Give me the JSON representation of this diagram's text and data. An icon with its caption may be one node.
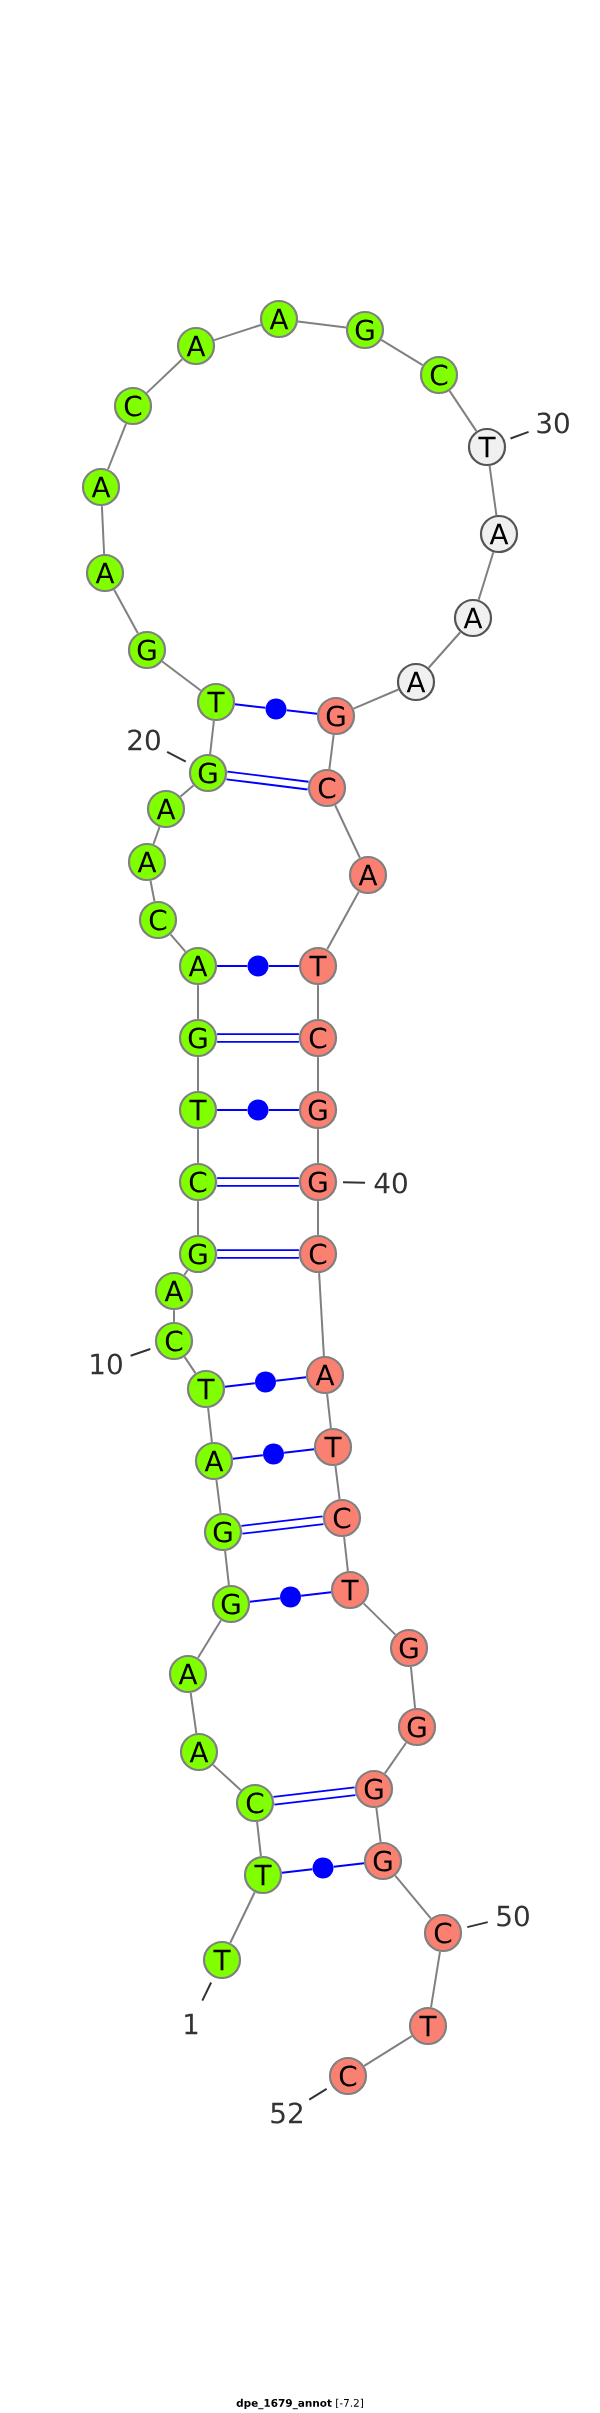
{
  "diagram": {
    "caption": "**dpe_1679_annot** [-7.2]",
    "nodes": [
      {
        "text": [
          "T"
        ]
      },
      {
        "text": [
          "T"
        ]
      },
      {
        "text": [
          "C"
        ]
      },
      {
        "text": [
          "A"
        ]
      },
      {
        "text": [
          "A"
        ]
      },
      {
        "text": [
          "G"
        ]
      },
      {
        "text": [
          "G"
        ]
      },
      {
        "text": [
          "A"
        ]
      },
      {
        "text": [
          "T"
        ]
      },
      {
        "text": [
          "C"
        ]
      },
      {
        "text": [
          "A"
        ]
      },
      {
        "text": [
          "G"
        ]
      },
      {
        "text": [
          "C"
        ]
      },
      {
        "text": [
          "T"
        ]
      },
      {
        "text": [
          "G"
        ]
      },
      {
        "text": [
          "A"
        ]
      },
      {
        "text": [
          "C"
        ]
      },
      {
        "text": [
          "A"
        ]
      },
      {
        "text": [
          "A"
        ]
      },
      {
        "text": [
          "G"
        ]
      },
      {
        "text": [
          "T"
        ]
      },
      {
        "text": [
          "G"
        ]
      },
      {
        "text": [
          "A"
        ]
      },
      {
        "text": [
          "A"
        ]
      },
      {
        "text": [
          "C"
        ]
      },
      {
        "text": [
          "A"
        ]
      },
      {
        "text": [
          "A"
        ]
      },
      {
        "text": [
          "G"
        ]
      },
      {
        "text": [
          "C"
        ]
      },
      {
        "text": [
          "T"
        ]
      },
      {
        "text": [
          "A"
        ]
      },
      {
        "text": [
          "A"
        ]
      },
      {
        "text": [
          "A"
        ]
      },
      {
        "text": [
          "G"
        ]
      },
      {
        "text": [
          "C"
        ]
      },
      {
        "text": [
          "A"
        ]
      },
      {
        "text": [
          "T"
        ]
      },
      {
        "text": [
          "C"
        ]
      },
      {
        "text": [
          "G"
        ]
      },
      {
        "text": [
          "G"
        ]
      },
      {
        "text": [
          "C"
        ]
      },
      {
        "text": [
          "A"
        ]
      },
      {
        "text": [
          "T"
        ]
      },
      {
        "text": [
          "C"
        ]
      },
      {
        "text": [
          "T"
        ]
      },
      {
        "text": [
          "G"
        ]
      },
      {
        "text": [
          "G"
        ]
      },
      {
        "text": [
          "G"
        ]
      },
      {
        "text": [
          "G"
        ]
      },
      {
        "text": [
          "C"
        ]
      },
      {
        "text": [
          "T"
        ]
      },
      {
        "text": [
          "C"
        ]
      },
      {
        "text": [
          "1"
        ]
      },
      {
        "text": [
          "10"
        ]
      },
      {
        "text": [
          "20"
        ]
      },
      {
        "text": [
          "30"
        ]
      },
      {
        "text": [
          "40"
        ]
      },
      {
        "text": [
          "50"
        ]
      },
      {
        "text": [
          "52"
        ]
      },
      {
        "text": [],
        "shape": "circle"
      },
      {
        "text": [],
        "shape": "circle"
      },
      {
        "text": [],
        "shape": "circle"
      },
      {
        "text": [],
        "shape": "circle"
      },
      {
        "text": [],
        "shape": "circle"
      },
      {
        "text": [],
        "shape": "circle"
      },
      {
        "text": [],
        "shape": "circle"
      }
    ],
    "edges": [
      {
        "from": 0,
        "to": 1,
        "arrow": "none"
      },
      {
        "from": 1,
        "to": 2,
        "arrow": "none"
      },
      {
        "from": 2,
        "to": 3,
        "arrow": "none"
      },
      {
        "from": 3,
        "to": 4,
        "arrow": "none"
      },
      {
        "from": 4,
        "to": 5,
        "arrow": "none"
      },
      {
        "from": 5,
        "to": 6,
        "arrow": "none"
      },
      {
        "from": 6,
        "to": 7,
        "arrow": "none"
      },
      {
        "from": 7,
        "to": 8,
        "arrow": "none"
      },
      {
        "from": 8,
        "to": 9,
        "arrow": "none"
      },
      {
        "from": 9,
        "to": 10,
        "arrow": "none"
      },
      {
        "from": 10,
        "to": 11,
        "arrow": "none"
      },
      {
        "from": 11,
        "to": 12,
        "arrow": "none"
      },
      {
        "from": 12,
        "to": 13,
        "arrow": "none"
      },
      {
        "from": 13,
        "to": 14,
        "arrow": "none"
      },
      {
        "from": 14,
        "to": 15,
        "arrow": "none"
      },
      {
        "from": 15,
        "to": 16,
        "arrow": "none"
      },
      {
        "from": 16,
        "to": 17,
        "arrow": "none"
      },
      {
        "from": 17,
        "to": 18,
        "arrow": "none"
      },
      {
        "from": 18,
        "to": 19,
        "arrow": "none"
      },
      {
        "from": 19,
        "to": 20,
        "arrow": "none"
      },
      {
        "from": 20,
        "to": 21,
        "arrow": "none"
      },
      {
        "from": 21,
        "to": 22,
        "arrow": "none"
      },
      {
        "from": 22,
        "to": 23,
        "arrow": "none"
      },
      {
        "from": 23,
        "to": 24,
        "arrow": "none"
      },
      {
        "from": 24,
        "to": 25,
        "arrow": "none"
      },
      {
        "from": 25,
        "to": 26,
        "arrow": "none"
      },
      {
        "from": 26,
        "to": 27,
        "arrow": "none"
      },
      {
        "from": 27,
        "to": 28,
        "arrow": "none"
      },
      {
        "from": 28,
        "to": 29,
        "arrow": "none"
      },
      {
        "from": 29,
        "to": 30,
        "arrow": "none"
      },
      {
        "from": 30,
        "to": 31,
        "arrow": "none"
      },
      {
        "from": 31,
        "to": 32,
        "arrow": "none"
      },
      {
        "from": 32,
        "to": 33,
        "arrow": "none"
      },
      {
        "from": 33,
        "to": 34,
        "arrow": "none"
      },
      {
        "from": 34,
        "to": 35,
        "arrow": "none"
      },
      {
        "from": 35,
        "to": 36,
        "arrow": "none"
      },
      {
        "from": 36,
        "to": 37,
        "arrow": "none"
      },
      {
        "from": 37,
        "to": 38,
        "arrow": "none"
      },
      {
        "from": 38,
        "to": 39,
        "arrow": "none"
      },
      {
        "from": 39,
        "to": 40,
        "arrow": "none"
      },
      {
        "from": 40,
        "to": 41,
        "arrow": "none"
      },
      {
        "from": 41,
        "to": 42,
        "arrow": "none"
      },
      {
        "from": 42,
        "to": 43,
        "arrow": "none"
      },
      {
        "from": 43,
        "to": 44,
        "arrow": "none"
      },
      {
        "from": 44,
        "to": 45,
        "arrow": "none"
      },
      {
        "from": 45,
        "to": 46,
        "arrow": "none"
      },
      {
        "from": 46,
        "to": 47,
        "arrow": "none"
      },
      {
        "from": 47,
        "to": 48,
        "arrow": "none"
      },
      {
        "from": 48,
        "to": 49,
        "arrow": "none"
      },
      {
        "from": 49,
        "to": 50,
        "arrow": "none"
      },
      {
        "from": 50,
        "to": 51,
        "arrow": "none"
      },
      {
        "from": 1,
        "to": 65,
        "arrow": "none",
        "color": "#0000ff"
      },
      {
        "from": 65,
        "to": 48,
        "arrow": "none",
        "color": "#0000ff"
      },
      {
        "from": 2,
        "to": 47,
        "arrow": "none",
        "style": "thick",
        "color": "#0000ff"
      },
      {
        "from": 5,
        "to": 64,
        "arrow": "none",
        "color": "#0000ff"
      },
      {
        "from": 64,
        "to": 44,
        "arrow": "none",
        "color": "#0000ff"
      },
      {
        "from": 6,
        "to": 43,
        "arrow": "none",
        "style": "thick",
        "color": "#0000ff"
      },
      {
        "from": 7,
        "to": 63,
        "arrow": "none",
        "color": "#0000ff"
      },
      {
        "from": 63,
        "to": 42,
        "arrow": "none",
        "color": "#0000ff"
      },
      {
        "from": 8,
        "to": 62,
        "arrow": "none",
        "color": "#0000ff"
      },
      {
        "from": 62,
        "to": 41,
        "arrow": "none",
        "color": "#0000ff"
      },
      {
        "from": 11,
        "to": 40,
        "arrow": "none",
        "style": "thick",
        "color": "#0000ff"
      },
      {
        "from": 12,
        "to": 39,
        "arrow": "none",
        "style": "thick",
        "color": "#0000ff"
      },
      {
        "from": 13,
        "to": 61,
        "arrow": "none",
        "color": "#0000ff"
      },
      {
        "from": 61,
        "to": 38,
        "arrow": "none",
        "color": "#0000ff"
      },
      {
        "from": 14,
        "to": 37,
        "arrow": "none",
        "style": "thick",
        "color": "#0000ff"
      },
      {
        "from": 15,
        "to": 60,
        "arrow": "none",
        "color": "#0000ff"
      },
      {
        "from": 60,
        "to": 36,
        "arrow": "none",
        "color": "#0000ff"
      },
      {
        "from": 19,
        "to": 34,
        "arrow": "none",
        "style": "thick",
        "color": "#0000ff"
      },
      {
        "from": 20,
        "to": 59,
        "arrow": "none",
        "color": "#0000ff"
      },
      {
        "from": 59,
        "to": 33,
        "arrow": "none",
        "color": "#0000ff"
      },
      {
        "from": 52,
        "to": 0,
        "arrow": "none",
        "color": "#333333"
      },
      {
        "from": 53,
        "to": 9,
        "arrow": "none",
        "color": "#333333"
      },
      {
        "from": 54,
        "to": 19,
        "arrow": "none",
        "color": "#333333"
      },
      {
        "from": 55,
        "to": 29,
        "arrow": "none",
        "color": "#333333"
      },
      {
        "from": 56,
        "to": 39,
        "arrow": "none",
        "color": "#333333"
      },
      {
        "from": 57,
        "to": 49,
        "arrow": "none",
        "color": "#333333"
      },
      {
        "from": 58,
        "to": 51,
        "arrow": "none",
        "color": "#333333"
      }
    ]
  }
}
